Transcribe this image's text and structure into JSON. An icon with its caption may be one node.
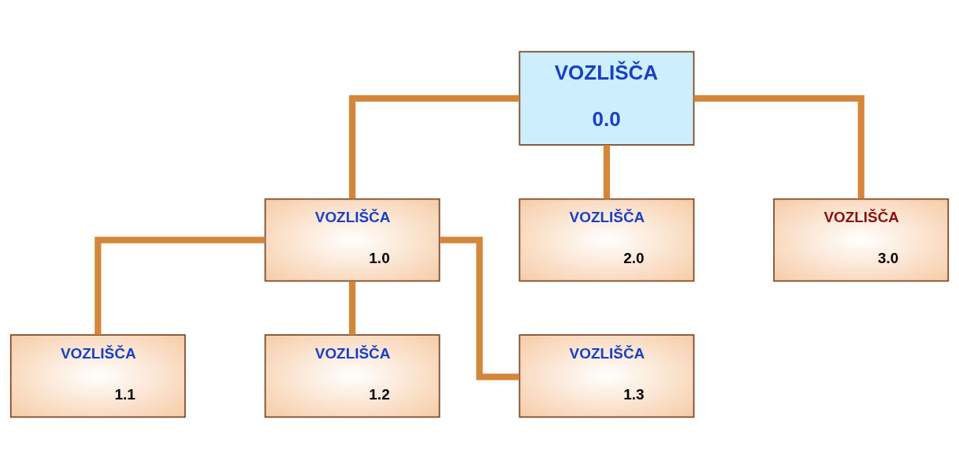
{
  "diagram": {
    "nodes": [
      {
        "text": [
          "VOZLIŠČA",
          "0.0"
        ]
      },
      {
        "text": [
          "VOZLIŠČA",
          "1.0"
        ]
      },
      {
        "text": [
          "VOZLIŠČA",
          "2.0"
        ]
      },
      {
        "text": [
          "VOZLIŠČA",
          "3.0"
        ]
      },
      {
        "text": [
          "VOZLIŠČA",
          "1.1"
        ]
      },
      {
        "text": [
          "VOZLIŠČA",
          "1.2"
        ]
      },
      {
        "text": [
          "VOZLIŠČA",
          "1.3"
        ]
      }
    ],
    "edges": [
      {
        "from": 0,
        "to": 1,
        "arrow": "none"
      },
      {
        "from": 0,
        "to": 2,
        "arrow": "none"
      },
      {
        "from": 0,
        "to": 3,
        "arrow": "none"
      },
      {
        "from": 1,
        "to": 4,
        "arrow": "none"
      },
      {
        "from": 1,
        "to": 5,
        "arrow": "none"
      },
      {
        "from": 1,
        "to": 6,
        "arrow": "none"
      }
    ]
  }
}
